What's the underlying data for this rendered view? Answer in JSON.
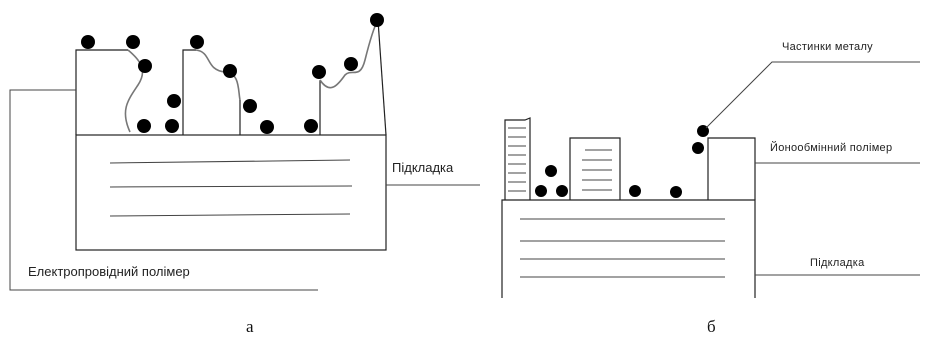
{
  "figure_a": {
    "label_substrate": "Підкладка",
    "label_polymer": "Електропровідний полімер",
    "caption": "а"
  },
  "figure_b": {
    "label_particles": "Частинки металу",
    "label_polymer": "Йонообмінний полімер",
    "label_substrate": "Підкладка",
    "caption": "б"
  }
}
